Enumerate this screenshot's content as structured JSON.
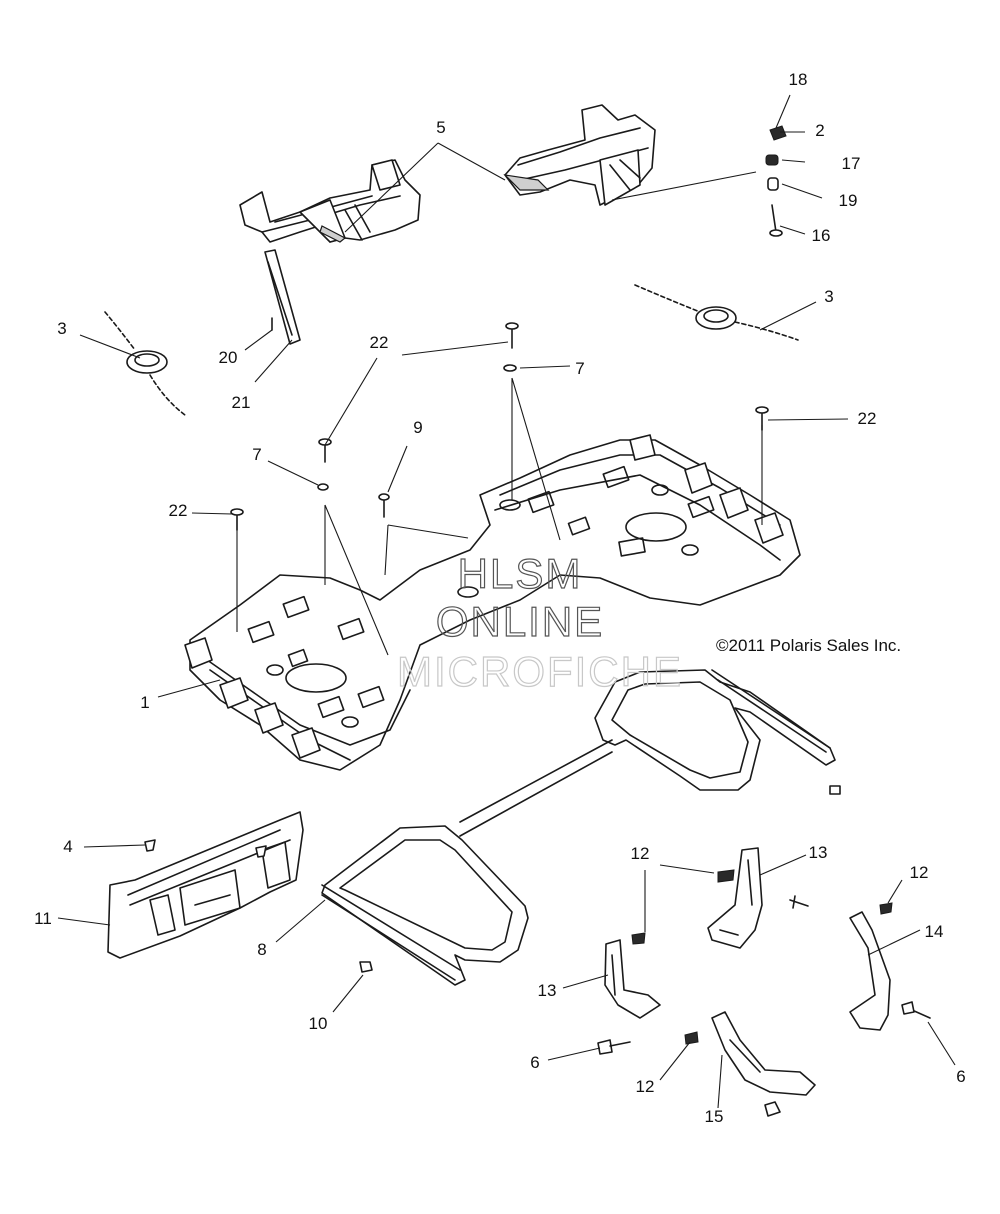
{
  "copyright": "©2011 Polaris Sales Inc.",
  "watermark": {
    "line1": "HLSM",
    "line2": "ONLINE",
    "line3": "MICROFICHE"
  },
  "callouts": {
    "c1": "1",
    "c2": "2",
    "c3a": "3",
    "c3b": "3",
    "c4": "4",
    "c5": "5",
    "c6a": "6",
    "c6b": "6",
    "c7a": "7",
    "c7b": "7",
    "c8": "8",
    "c9": "9",
    "c10": "10",
    "c11": "11",
    "c12a": "12",
    "c12b": "12",
    "c12c": "12",
    "c13a": "13",
    "c13b": "13",
    "c14": "14",
    "c15": "15",
    "c16": "16",
    "c17": "17",
    "c18": "18",
    "c19": "19",
    "c20": "20",
    "c21": "21",
    "c22a": "22",
    "c22b": "22",
    "c22c": "22"
  }
}
